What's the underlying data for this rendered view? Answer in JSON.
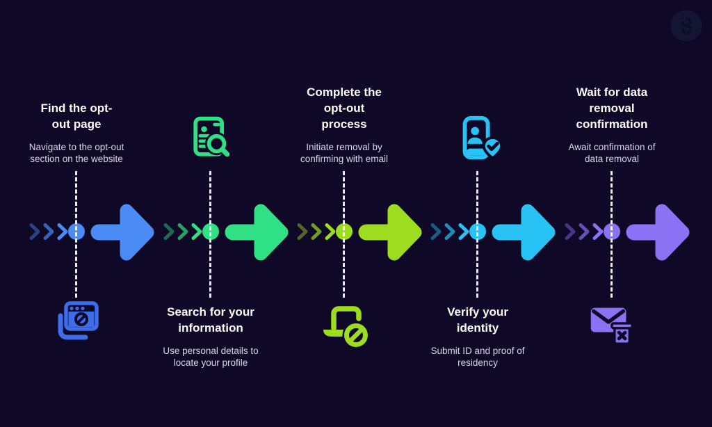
{
  "title": "Data opt-out process infographic",
  "background_color": "#0f0827",
  "dash_color": "#ffffff",
  "watermark": {
    "name": "circular-brand-logo"
  },
  "steps": [
    {
      "title": "Find the opt-out page",
      "subtitle": "Navigate to the opt-out section on the website",
      "color": "#4a8bf5",
      "icon_color": "#3d6deb",
      "icon": "browser-blocked-icon",
      "text_position": "top"
    },
    {
      "title": "Search for your information",
      "subtitle": "Use personal details to locate your profile",
      "color": "#30e085",
      "icon_color": "#30e085",
      "icon": "profile-search-icon",
      "text_position": "bottom"
    },
    {
      "title": "Complete the opt-out process",
      "subtitle": "Initiate removal by confirming with email",
      "color": "#9edc1f",
      "icon_color": "#9edc1f",
      "icon": "laptop-blocked-icon",
      "text_position": "top"
    },
    {
      "title": "Verify your identity",
      "subtitle": "Submit ID and proof of residency",
      "color": "#29c2f4",
      "icon_color": "#29c2f4",
      "icon": "smartphone-verified-icon",
      "text_position": "bottom"
    },
    {
      "title": "Wait for data removal confirmation",
      "subtitle": "Await confirmation of data removal",
      "color": "#8b71f3",
      "icon_color": "#8b71f3",
      "icon": "email-removed-icon",
      "text_position": "top"
    }
  ]
}
